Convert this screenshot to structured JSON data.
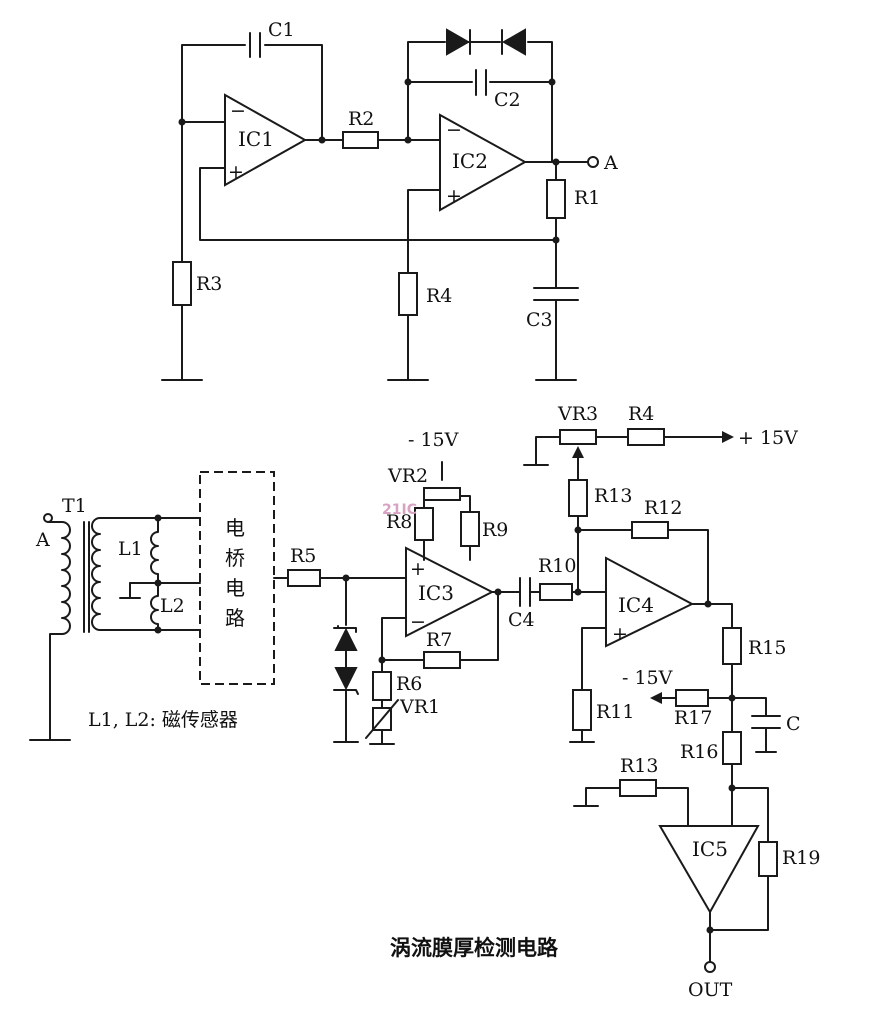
{
  "title": "涡流膜厚检测电路",
  "legend": "L1, L2: 磁传感器",
  "bridge": [
    "电",
    "桥",
    "电",
    "路"
  ],
  "watermark": "21IC",
  "top_circuit": {
    "ic1": "IC1",
    "ic2": "IC2",
    "c1": "C1",
    "c2": "C2",
    "c3": "C3",
    "r1": "R1",
    "r2": "R2",
    "r3": "R3",
    "r4": "R4",
    "out_a": "A"
  },
  "bottom_circuit": {
    "t1": "T1",
    "a_in": "A",
    "l1": "L1",
    "l2": "L2",
    "r5": "R5",
    "r6": "R6",
    "r7": "R7",
    "r8": "R8",
    "r9": "R9",
    "r10": "R10",
    "r11": "R11",
    "r12": "R12",
    "r13a": "R13",
    "r13b": "R13",
    "r14": "R4",
    "r15": "R15",
    "r16": "R16",
    "r17": "R17",
    "r19": "R19",
    "vr1": "VR1",
    "vr2": "VR2",
    "vr3": "VR3",
    "c4": "C4",
    "c": "C",
    "ic3": "IC3",
    "ic4": "IC4",
    "ic5": "IC5",
    "neg15_a": "- 15V",
    "neg15_b": "- 15V",
    "pos15": "+ 15V",
    "out": "OUT"
  }
}
